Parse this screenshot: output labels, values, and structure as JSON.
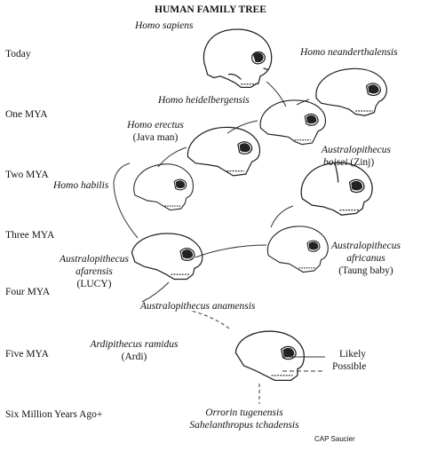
{
  "title": "HUMAN FAMILY TREE",
  "timeline": [
    "Today",
    "One MYA",
    "Two MYA",
    "Three MYA",
    "Four MYA",
    "Five MYA",
    "Six Million Years Ago+"
  ],
  "species": {
    "sapiens": "Homo sapiens",
    "neanderthalensis": "Homo neanderthalensis",
    "heidelbergensis": "Homo heidelbergensis",
    "erectus": "Homo erectus",
    "erectus_note": "(Java man)",
    "habilis": "Homo habilis",
    "boisei_1": "Australopithecus",
    "boisei_2": "boisei",
    "boisei_note": "(Zinj)",
    "africanus_1": "Australopithecus",
    "africanus_2": "africanus",
    "africanus_note": "(Taung baby)",
    "afarensis_1": "Australopithecus",
    "afarensis_2": "afarensis",
    "afarensis_note": "(LUCY)",
    "anamensis": "Australopithecus anamensis",
    "ramidus": "Ardipithecus ramidus",
    "ramidus_note": "(Ardi)",
    "orrorin": "Orrorin tugenensis",
    "sahelanthropus": "Sahelanthropus tchadensis"
  },
  "legend": {
    "likely": "Likely",
    "possible": "Possible"
  },
  "credit": "CAP Saucier"
}
